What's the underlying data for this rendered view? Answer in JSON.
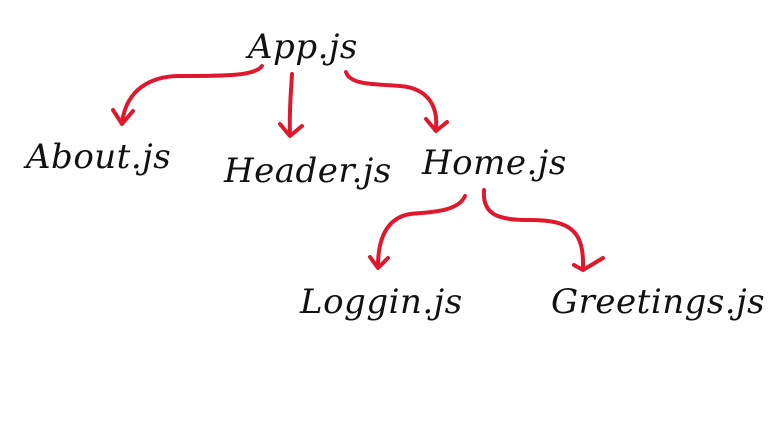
{
  "colors": {
    "edge": "#e0182d",
    "text": "#111111",
    "background": "#ffffff"
  },
  "nodes": {
    "app": "App.js",
    "about": "About.js",
    "header": "Header.js",
    "home": "Home.js",
    "loggin": "Loggin.js",
    "greetings": "Greetings.js"
  },
  "edges": [
    {
      "from": "App.js",
      "to": "About.js"
    },
    {
      "from": "App.js",
      "to": "Header.js"
    },
    {
      "from": "App.js",
      "to": "Home.js"
    },
    {
      "from": "Home.js",
      "to": "Loggin.js"
    },
    {
      "from": "Home.js",
      "to": "Greetings.js"
    }
  ]
}
